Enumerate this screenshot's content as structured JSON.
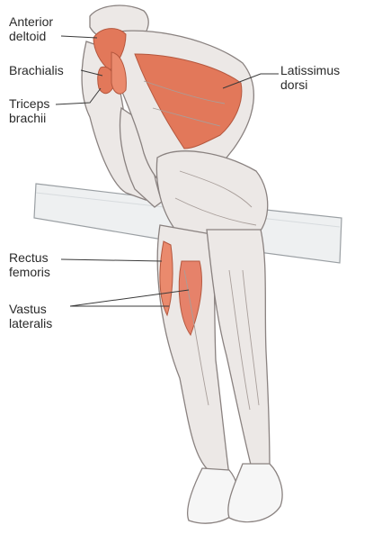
{
  "figure": {
    "labels": {
      "anterior_deltoid": "Anterior\ndeltoid",
      "brachialis": "Brachialis",
      "triceps_brachii": "Triceps\nbrachii",
      "latissimus_dorsi": "Latissimus\ndorsi",
      "rectus_femoris": "Rectus\nfemoris",
      "vastus_lateralis": "Vastus\nlateralis"
    },
    "colors": {
      "highlight_muscle": "#e2785a",
      "muscle_base": "#ece8e6",
      "outline": "#8a8280",
      "bar": "#eef0f1",
      "shoe": "#f6f6f6"
    }
  }
}
